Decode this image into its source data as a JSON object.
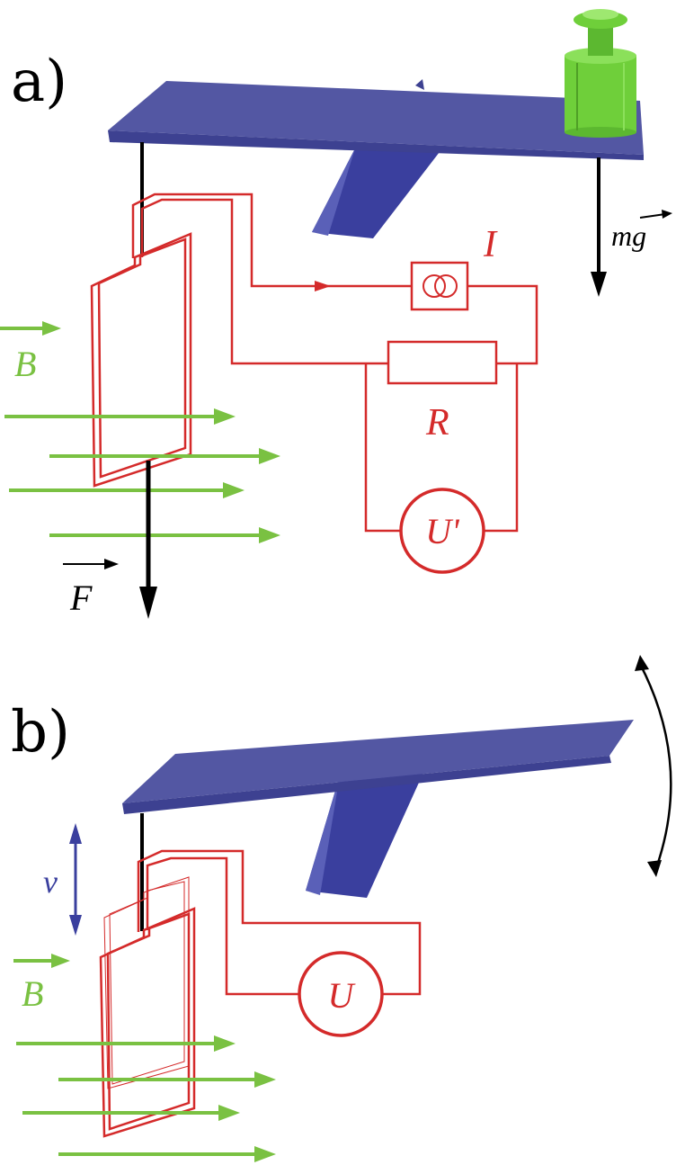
{
  "panel_a": {
    "label": "a)",
    "current_label": "I",
    "resistor_label": "R",
    "voltmeter_label": "U'",
    "field_label": "B",
    "force_label": "F",
    "weight_label": "mg"
  },
  "panel_b": {
    "label": "b)",
    "voltmeter_label": "U",
    "field_label": "B",
    "velocity_label": "v"
  },
  "colors": {
    "beam_top": "#5357a3",
    "beam_side": "#3d4191",
    "fulcrum": "#3a3f9e",
    "circuit": "#d42a2a",
    "field": "#7ac142",
    "weight": "#6fcf3a",
    "velocity": "#3a3f9e",
    "force": "#000000"
  }
}
